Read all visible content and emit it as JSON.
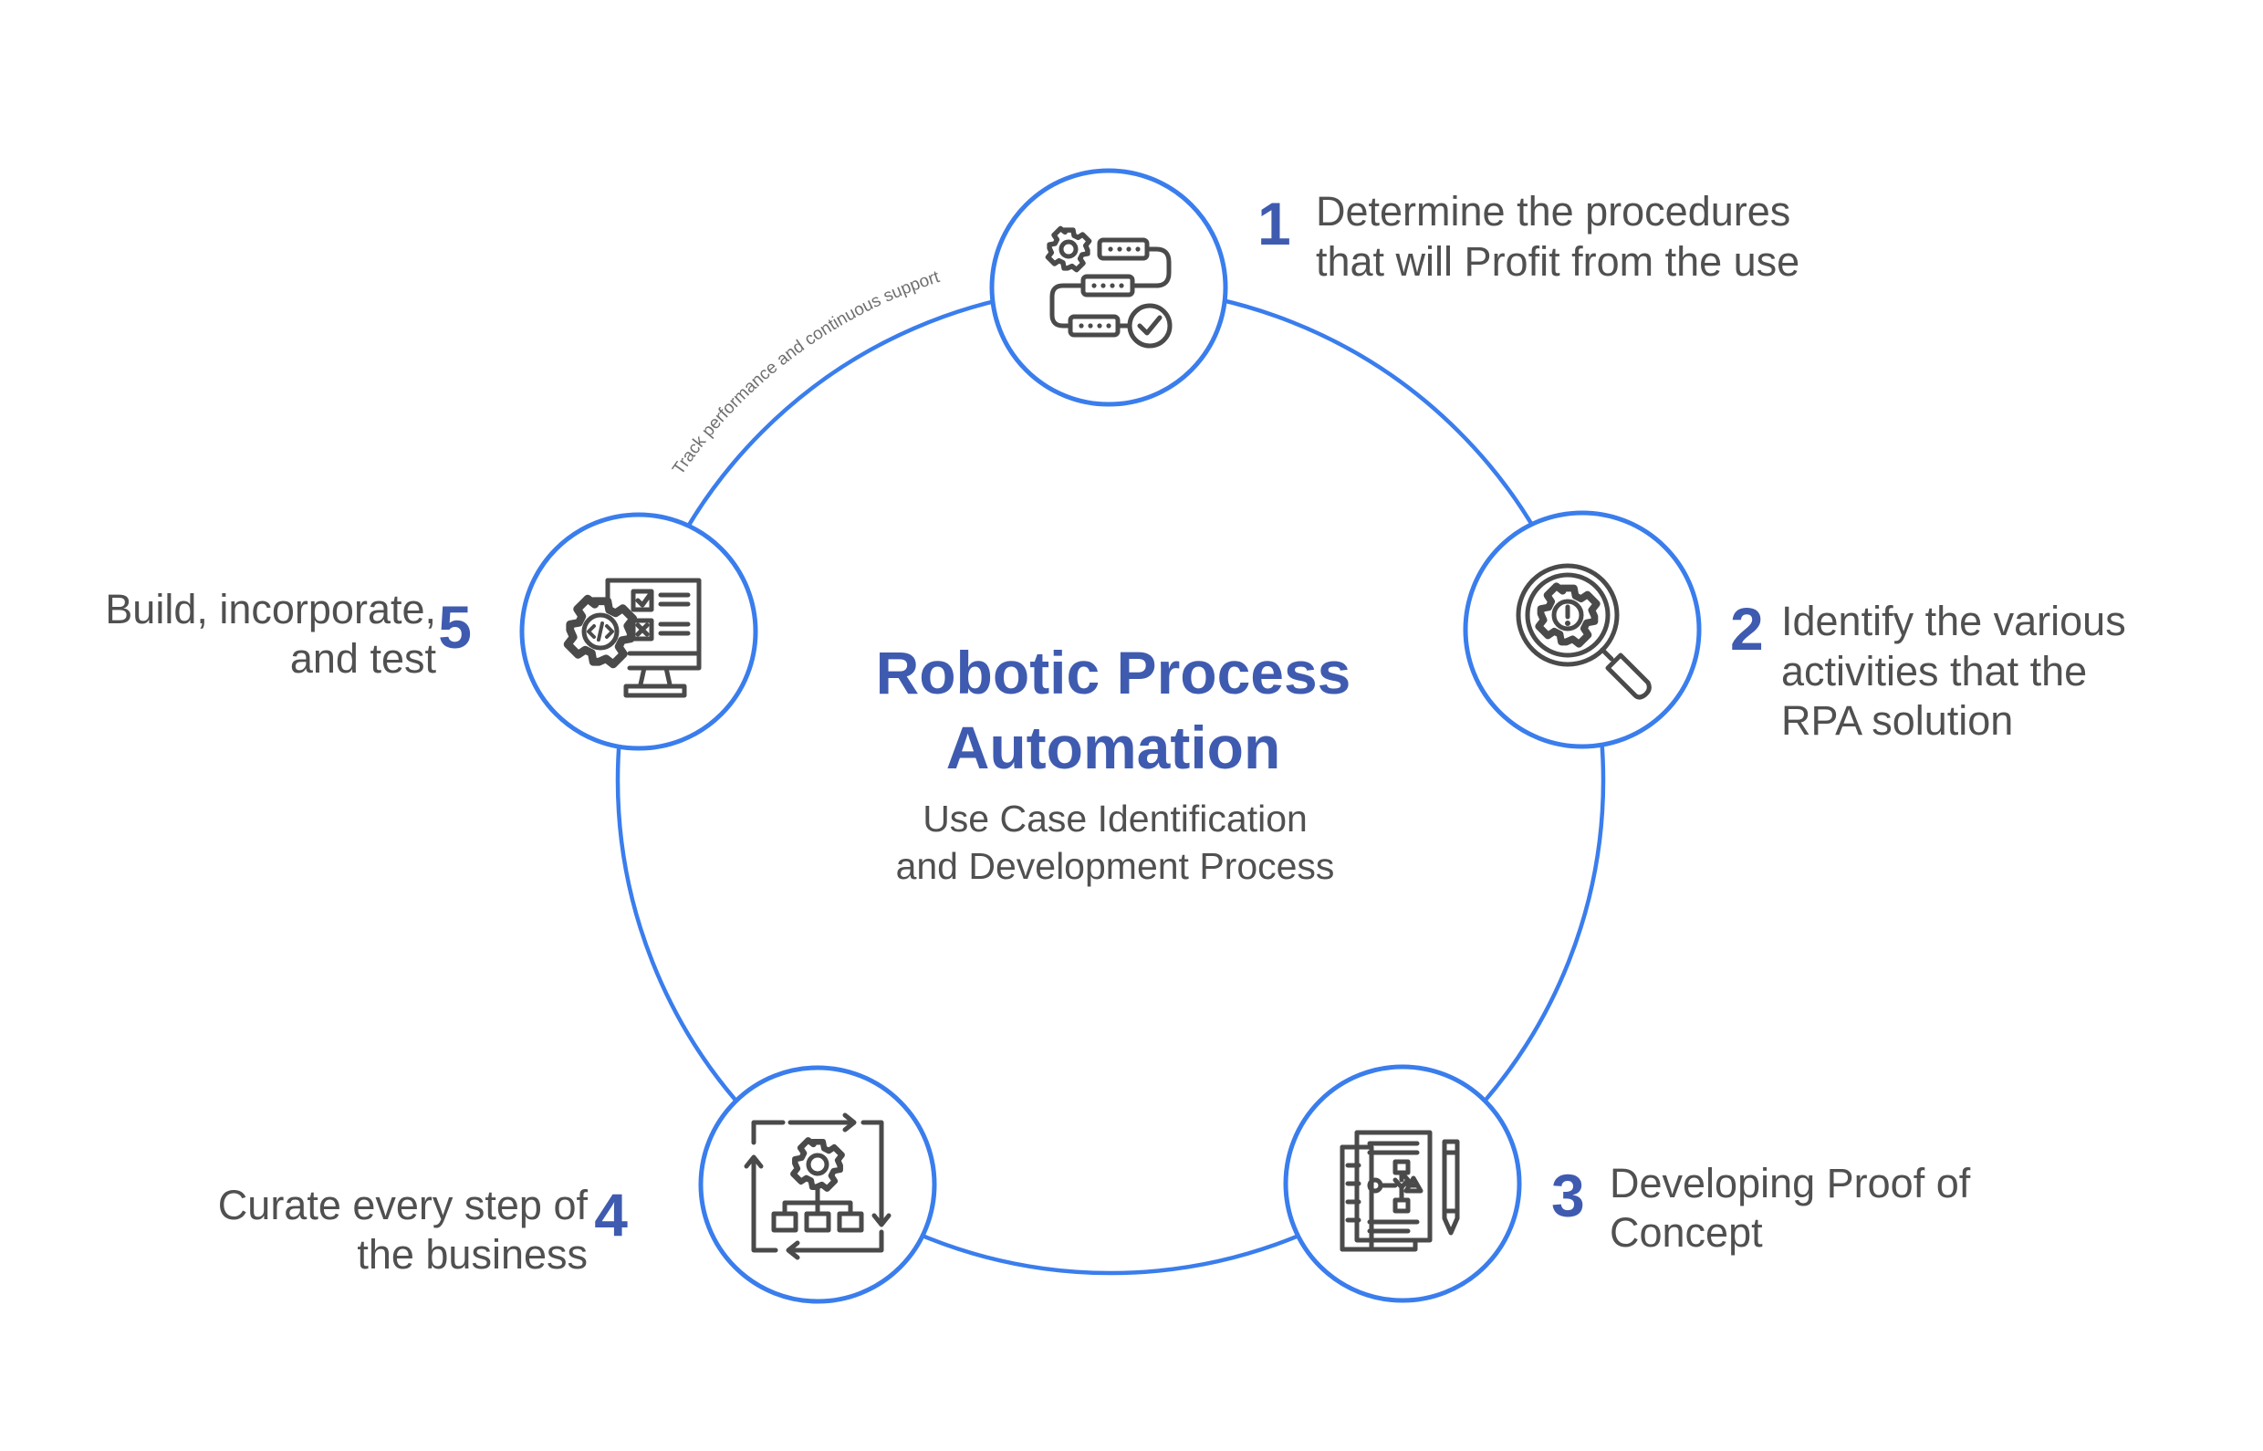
{
  "title": {
    "lines": [
      "Robotic Process",
      "Automation"
    ],
    "subtitle_lines": [
      "Use Case Identification",
      "and Development Process"
    ]
  },
  "arc_label": "Track performance and continuous support",
  "colors": {
    "accent": "#3a7ded",
    "heading": "#3f5bb0",
    "text": "#505050",
    "icon": "#4a4a4a"
  },
  "steps": [
    {
      "number": "1",
      "icon": "process-flow-icon",
      "text": [
        "Determine the procedures",
        "that will Profit from the use"
      ]
    },
    {
      "number": "2",
      "icon": "magnifier-gear-icon",
      "text": [
        "Identify the various",
        "activities that the",
        "RPA solution"
      ]
    },
    {
      "number": "3",
      "icon": "document-flowchart-icon",
      "text": [
        "Developing Proof of",
        "Concept"
      ]
    },
    {
      "number": "4",
      "icon": "gear-hierarchy-cycle-icon",
      "text": [
        "Curate every step of",
        "the business"
      ]
    },
    {
      "number": "5",
      "icon": "monitor-code-checklist-icon",
      "text": [
        "Build, incorporate,",
        "and test"
      ]
    }
  ]
}
